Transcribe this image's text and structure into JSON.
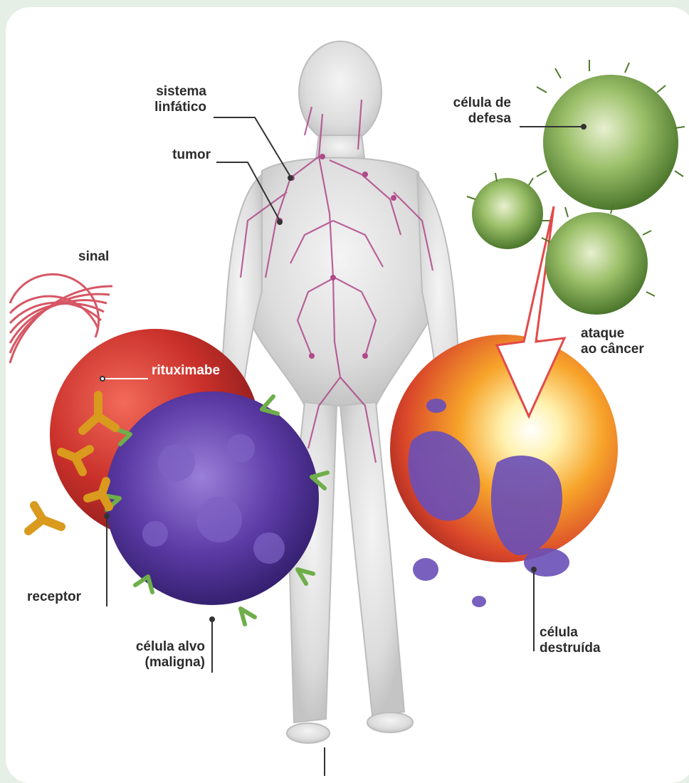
{
  "labels": {
    "sistema_linfatico": [
      "sistema",
      "linfático"
    ],
    "tumor": "tumor",
    "sinal": "sinal",
    "rituximabe": "rituximabe",
    "receptor": "receptor",
    "celula_alvo": [
      "célula alvo",
      "(maligna)"
    ],
    "celula_defesa": [
      "célula de",
      "defesa"
    ],
    "ataque": [
      "ataque",
      "ao câncer"
    ],
    "celula_destruida": [
      "célula",
      "destruída"
    ]
  },
  "colors": {
    "background": "#e6efe6",
    "card": "#ffffff",
    "target_sphere": "#c92a2a",
    "malignant_cell": "#5b3a9e",
    "defense_cell": "#6a9a3a",
    "antibody": "#d99a1e",
    "receptor": "#6fae4a",
    "lymph_vessels": "#b04a8a",
    "signal_waves": "#d03a4a"
  }
}
